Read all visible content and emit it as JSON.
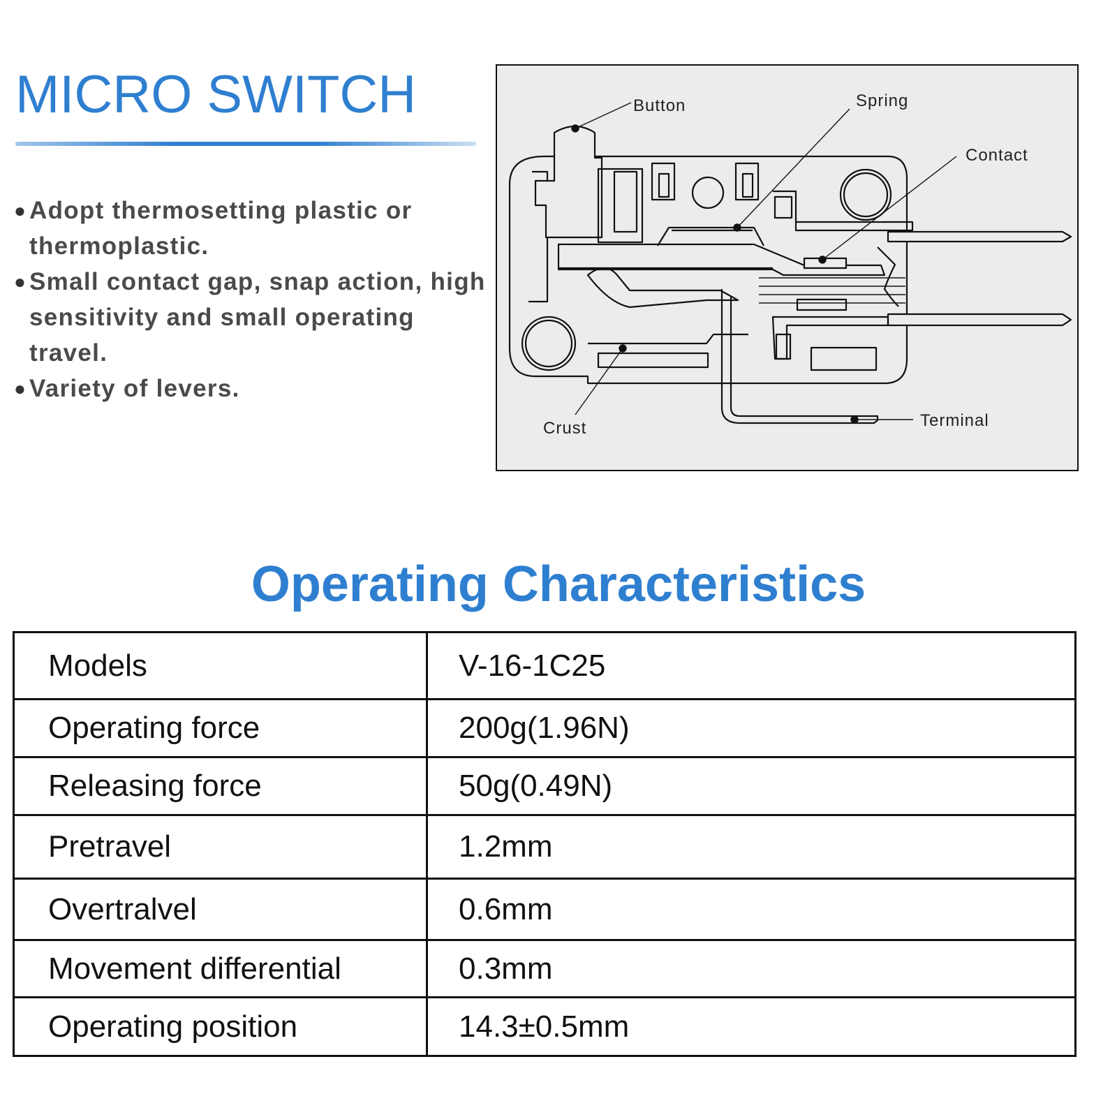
{
  "header": {
    "title": "MICRO SWITCH",
    "features": [
      "Adopt thermosetting plastic or thermoplastic.",
      "Small contact gap, snap action, high sensitivity and small operating travel.",
      "Variety of levers."
    ]
  },
  "diagram": {
    "labels": {
      "button": "Button",
      "spring": "Spring",
      "contact": "Contact",
      "crust": "Crust",
      "terminal": "Terminal"
    }
  },
  "specs": {
    "title": "Operating Characteristics",
    "rows": [
      {
        "label": "Models",
        "value": "V-16-1C25"
      },
      {
        "label": "Operating force",
        "value": "200g(1.96N)"
      },
      {
        "label": "Releasing force",
        "value": "50g(0.49N)"
      },
      {
        "label": "Pretravel",
        "value": "1.2mm"
      },
      {
        "label": "Overtralvel",
        "value": "0.6mm"
      },
      {
        "label": "Movement differential",
        "value": "0.3mm"
      },
      {
        "label": "Operating position",
        "value": "14.3±0.5mm"
      }
    ]
  },
  "colors": {
    "accent": "#2f7fd0",
    "diagram_background": "#ececec"
  }
}
